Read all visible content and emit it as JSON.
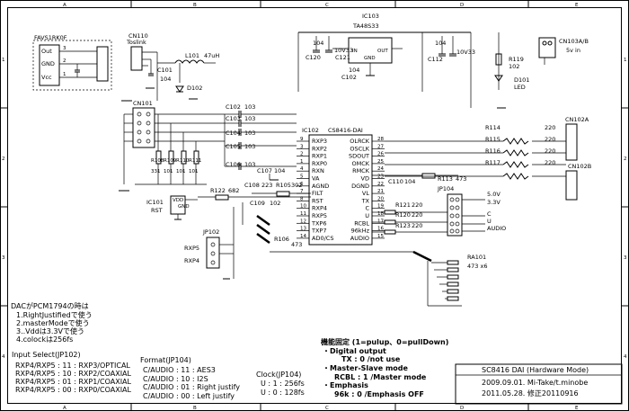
{
  "frame": {
    "cols": [
      "A",
      "B",
      "C",
      "D",
      "E"
    ],
    "rows": [
      "1",
      "2",
      "3",
      "4"
    ]
  },
  "components": {
    "fav": {
      "ref": "FAVS1RK0F",
      "pins": [
        "Out",
        "GND",
        "Vcc"
      ],
      "pin_nums": [
        "3",
        "2",
        "1"
      ]
    },
    "cn110": {
      "ref": "CN110",
      "name": "Toslink"
    },
    "c101": {
      "ref": "C101",
      "value": "104"
    },
    "l101": {
      "ref": "L101",
      "value": "47uH"
    },
    "d102": {
      "ref": "D102"
    },
    "ic103": {
      "ref": "IC103",
      "name": "TA48S33",
      "pins": [
        "IN",
        "GND",
        "OUT"
      ],
      "cap_in": "104",
      "cap_in2": "C120",
      "cap_e": "C121",
      "cap_e_v": "10V33"
    },
    "c102_top": {
      "ref": "C102",
      "value": "104"
    },
    "c112": {
      "ref": "C112",
      "value": "104"
    },
    "c113_top": {
      "value": "10V33"
    },
    "r119": {
      "ref": "R119",
      "value": "102"
    },
    "d101": {
      "ref": "D101",
      "name": "LED"
    },
    "cn103": {
      "ref": "CN103A/B",
      "name": "5v in"
    },
    "cn101": {
      "ref": "CN101"
    },
    "caps_left": [
      {
        "ref": "C102",
        "value": "103"
      },
      {
        "ref": "C103",
        "value": "103"
      },
      {
        "ref": "C104",
        "value": "103"
      },
      {
        "ref": "C105",
        "value": "103"
      },
      {
        "ref": "C106",
        "value": "103"
      }
    ],
    "res_left": [
      "R108",
      "R109",
      "R110",
      "R111"
    ],
    "res_left_vals": [
      "331",
      "101",
      "101",
      "101"
    ],
    "ic102": {
      "ref": "IC102",
      "name": "CS8416-DAI",
      "left_pins": [
        {
          "num": "9",
          "name": "RXP3"
        },
        {
          "num": "3",
          "name": "RXP2"
        },
        {
          "num": "2",
          "name": "RXP1"
        },
        {
          "num": "1",
          "name": "RXP0"
        },
        {
          "num": "4",
          "name": "RXN"
        },
        {
          "num": "5",
          "name": "VA"
        },
        {
          "num": "6",
          "name": "AGND"
        },
        {
          "num": "7",
          "name": "FILT"
        },
        {
          "num": "8",
          "name": "RST"
        },
        {
          "num": "10",
          "name": "RXP4"
        },
        {
          "num": "11",
          "name": "RXP5"
        },
        {
          "num": "12",
          "name": "TXP6"
        },
        {
          "num": "13",
          "name": "TXP7"
        },
        {
          "num": "14",
          "name": "AD0/CS"
        }
      ],
      "right_pins": [
        {
          "num": "28",
          "name": "OLRCK"
        },
        {
          "num": "27",
          "name": "OSCLK"
        },
        {
          "num": "26",
          "name": "SDOUT"
        },
        {
          "num": "25",
          "name": "OMCK"
        },
        {
          "num": "24",
          "name": "RMCK"
        },
        {
          "num": "23",
          "name": "VD"
        },
        {
          "num": "22",
          "name": "DGND"
        },
        {
          "num": "21",
          "name": "VL"
        },
        {
          "num": "20",
          "name": "TX"
        },
        {
          "num": "19",
          "name": "C"
        },
        {
          "num": "18",
          "name": "U"
        },
        {
          "num": "17",
          "name": "RCBL"
        },
        {
          "num": "16",
          "name": "96kHz"
        },
        {
          "num": "15",
          "name": "AUDIO"
        }
      ]
    },
    "c107": {
      "ref": "C107",
      "value": "104"
    },
    "c108": {
      "ref": "C108",
      "value": "223"
    },
    "r105": {
      "ref": "R105",
      "value": "302"
    },
    "c109": {
      "ref": "C109",
      "value": "102"
    },
    "r122": {
      "ref": "R122",
      "value": "682"
    },
    "ic101": {
      "ref": "IC101",
      "pins": [
        "VDD",
        "RST",
        "GND"
      ]
    },
    "c110": {
      "ref": "C110",
      "value": "104"
    },
    "r113": {
      "ref": "R113",
      "value": "473"
    },
    "r106": {
      "ref": "R106",
      "value": "473"
    },
    "r_out": [
      {
        "ref": "R114",
        "value": "220"
      },
      {
        "ref": "R115",
        "value": "220"
      },
      {
        "ref": "R116",
        "value": "220"
      },
      {
        "ref": "R117",
        "value": "220"
      }
    ],
    "cn102": {
      "ref": "CN102A",
      "ref2": "CN102B"
    },
    "jp104": {
      "ref": "JP104",
      "labels": [
        "5.0V",
        "3.3V",
        "C",
        "U",
        "AUDIO"
      ]
    },
    "r12x": [
      {
        "ref": "R121",
        "value": "220"
      },
      {
        "ref": "R120",
        "value": "220"
      },
      {
        "ref": "R123",
        "value": "220"
      }
    ],
    "jp102": {
      "ref": "JP102",
      "labels": [
        "RXP5",
        "RXP4"
      ]
    },
    "ra101": {
      "ref": "RA101",
      "value": "473 x6"
    }
  },
  "notes": {
    "dac_title": "DACがPCM1794の時は",
    "dac_items": [
      "1.RightJustifiedで使う",
      "2.masterModeで使う",
      "3..Vddは3.3Vで使う",
      "4.colockは256fs"
    ],
    "input_title": "Input Select(JP102)",
    "input_rows": [
      "RXP4/RXP5 : 11 : RXP3/OPTICAL",
      "RXP4/RXP5 : 10 : RXP2/COAXIAL",
      "RXP4/RXP5 : 01 : RXP1/COAXIAL",
      "RXP4/RXP5 : 00 : RXP0/COAXIAL"
    ],
    "format_title": "Format(JP104)",
    "format_rows": [
      "C/AUDIO : 11 : AES3",
      "C/AUDIO : 10 : I2S",
      "C/AUDIO : 01 : Right justify",
      "C/AUDIO : 00 : Left justify"
    ],
    "clock_title": "Clock(JP104)",
    "clock_rows": [
      "U : 1 : 256fs",
      "U : 0 : 128fs"
    ],
    "fixed_title": "機能固定 (1=pulup、0=pullDown)",
    "fixed_rows": [
      "・Digital output",
      "TX    : 0 /not use",
      "・Master-Slave mode",
      "RCBL : 1 /Master mode",
      "・Emphasis",
      "96k : 0 /Emphasis OFF"
    ]
  },
  "title_block": {
    "title": "SC8416 DAI (Hardware Mode)",
    "line2": "2009.09.01.  Mi-Take/t.minobe",
    "line3": "2011.05.28.  修正20110916"
  }
}
